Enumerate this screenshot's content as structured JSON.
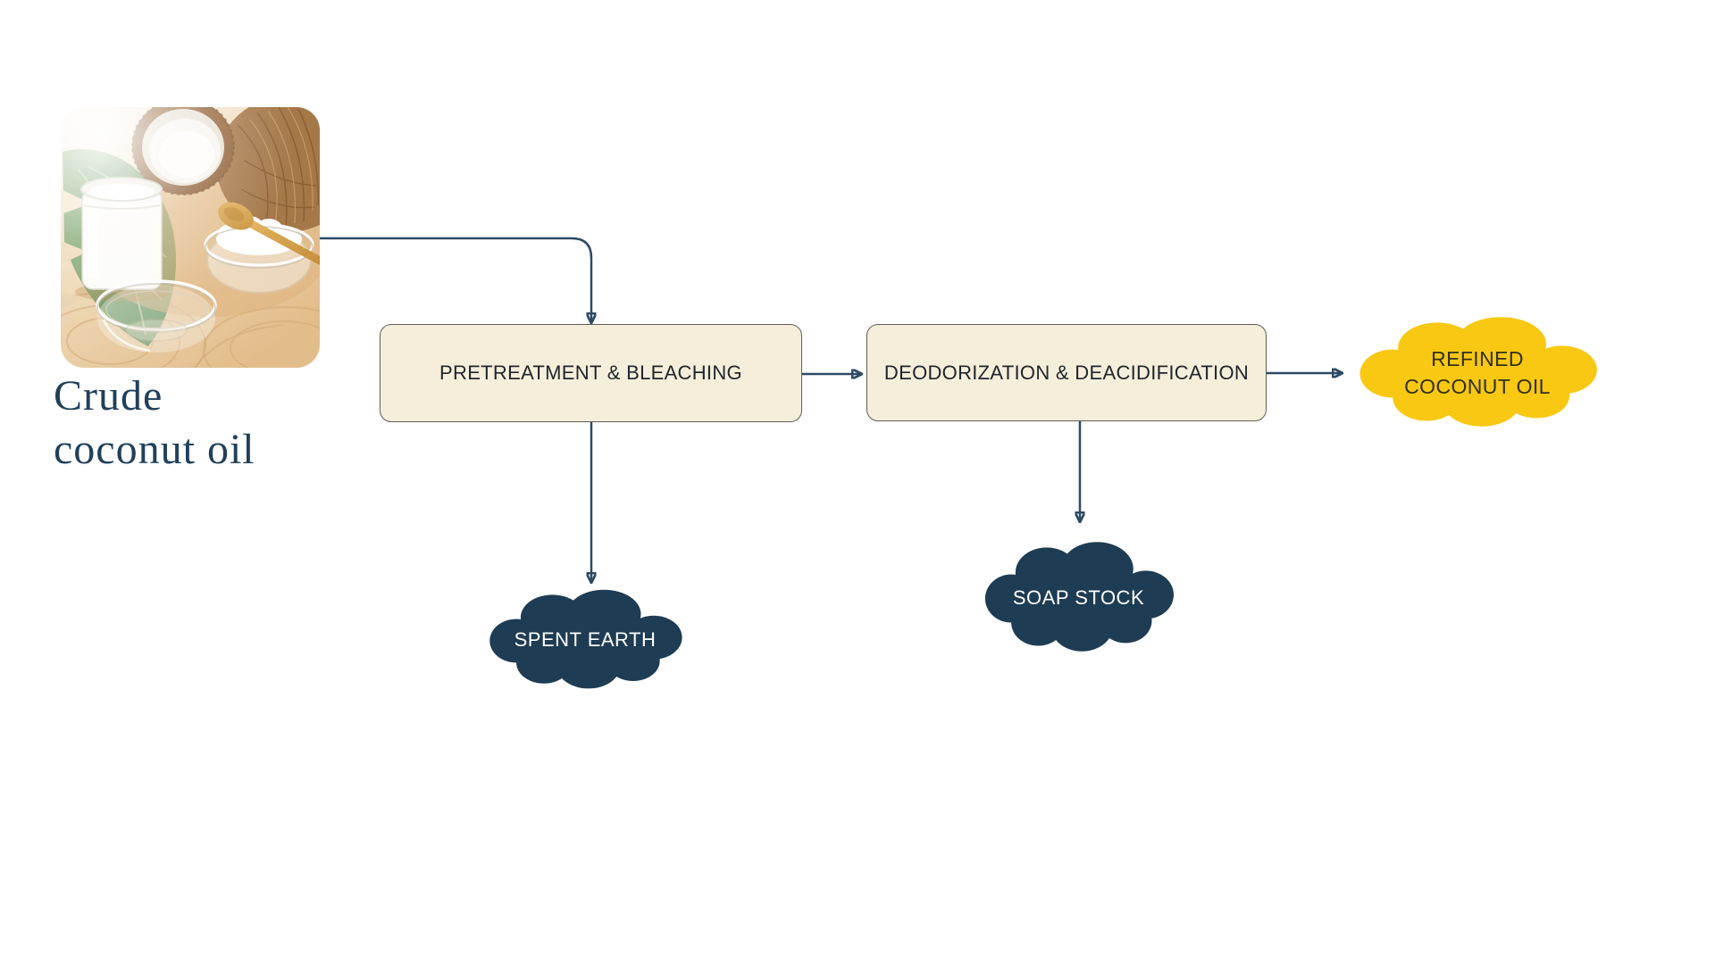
{
  "colors": {
    "canvas-bg": "#ffffff",
    "box-fill": "#f5eeda",
    "box-border": "#605e55",
    "box-text": "#20262c",
    "navy": "#1e3c53",
    "arrow": "#2d4a64",
    "yellow": "#f8c813",
    "yellow-text": "#33301d",
    "cloud-text": "#ffffff",
    "caption-text": "#21405a"
  },
  "source": {
    "caption": "Crude\ncoconut oil"
  },
  "process": {
    "steps": [
      {
        "label": "PRETREATMENT & BLEACHING"
      },
      {
        "label": "DEODORIZATION & DEACIDIFICATION"
      }
    ],
    "byproducts": [
      {
        "label": "SPENT EARTH"
      },
      {
        "label": "SOAP STOCK"
      }
    ],
    "product": {
      "label": "REFINED\nCOCONUT OIL"
    }
  }
}
